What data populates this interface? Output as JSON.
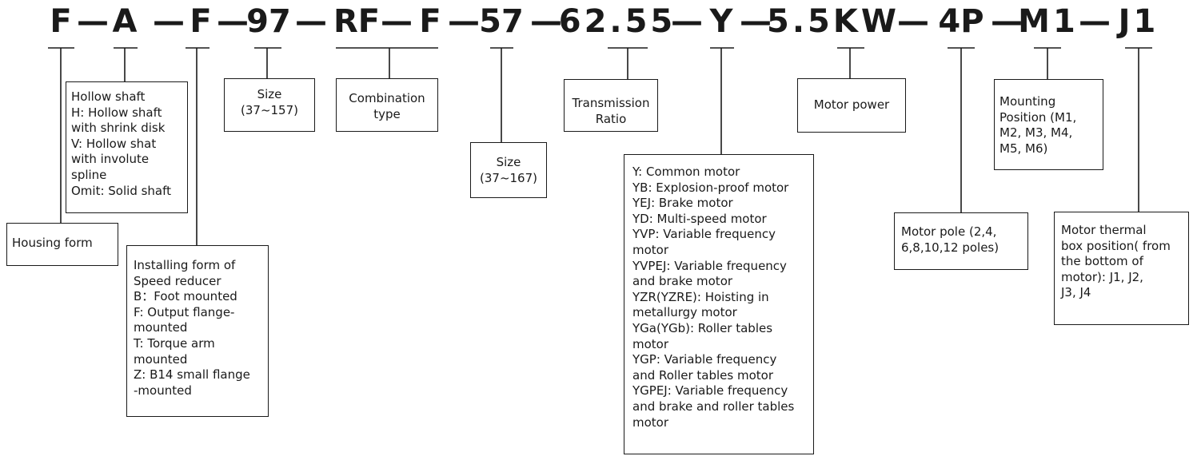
{
  "code_segments": [
    {
      "id": "f1",
      "text": "F"
    },
    {
      "id": "a",
      "text": "A"
    },
    {
      "id": "f2",
      "text": "F"
    },
    {
      "id": "n97",
      "text": "97"
    },
    {
      "id": "rf",
      "text": "RF"
    },
    {
      "id": "f3",
      "text": "F"
    },
    {
      "id": "n57",
      "text": "57"
    },
    {
      "id": "ratio",
      "text": "62.55"
    },
    {
      "id": "y",
      "text": "Y"
    },
    {
      "id": "power",
      "text": "5.5KW"
    },
    {
      "id": "pole",
      "text": "4P"
    },
    {
      "id": "m1",
      "text": "M1"
    },
    {
      "id": "j1",
      "text": "J1"
    }
  ],
  "separator": "—",
  "boxes": {
    "housing_form": [
      "Housing form"
    ],
    "hollow_shaft": [
      "Hollow shaft",
      "H: Hollow shaft",
      "with shrink disk",
      "V: Hollow shat",
      "with involute",
      "spline",
      "Omit: Solid shaft"
    ],
    "installing_form": [
      "Installing form of",
      "Speed reducer",
      "B：Foot mounted",
      "F: Output flange-",
      "mounted",
      "T: Torque arm",
      "mounted",
      "Z: B14 small flange",
      "-mounted"
    ],
    "size_97": [
      "Size",
      "(37~157)"
    ],
    "combination_type": [
      "Combination",
      "type"
    ],
    "size_57": [
      "Size",
      "(37~167)"
    ],
    "transmission_ratio": [
      "Transmission",
      "Ratio"
    ],
    "motor_type": [
      "Y: Common motor",
      "YB: Explosion-proof motor",
      "YEJ: Brake motor",
      "YD: Multi-speed motor",
      "YVP: Variable frequency",
      "motor",
      "YVPEJ: Variable frequency",
      "and brake motor",
      "YZR(YZRE): Hoisting in",
      "metallurgy motor",
      "YGa(YGb): Roller tables",
      "motor",
      "YGP: Variable frequency",
      "and Roller tables motor",
      "YGPEJ: Variable frequency",
      "and brake and roller tables",
      "motor"
    ],
    "motor_power": [
      "Motor power"
    ],
    "motor_pole": [
      "Motor pole (2,4,",
      "6,8,10,12  poles)"
    ],
    "mounting_position": [
      "Mounting",
      "Position (M1,",
      " M2, M3, M4,",
      " M5, M6)"
    ],
    "thermal_box": [
      "Motor thermal",
      "box position( from",
      " the bottom of",
      "motor): J1, J2,",
      "J3, J4"
    ]
  },
  "colors": {
    "ink": "#1a1a1a",
    "background": "#ffffff"
  }
}
